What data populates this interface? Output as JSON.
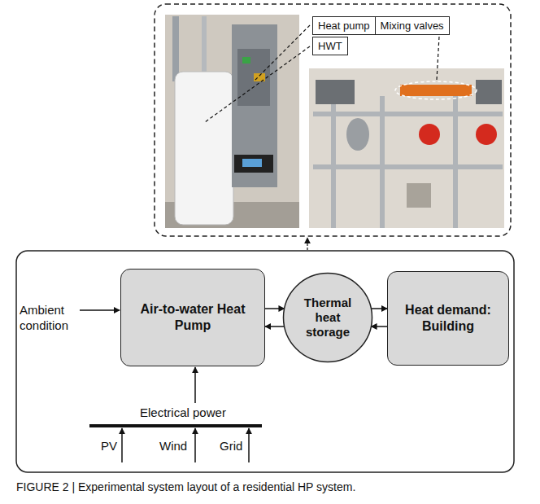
{
  "diagram": {
    "caption": "FIGURE 2 | Experimental system layout of a residential HP system.",
    "nodes": [
      {
        "text": [
          "Heat pump"
        ]
      },
      {
        "text": [
          "Mixing valves"
        ]
      },
      {
        "text": [
          "HWT"
        ]
      },
      {
        "text": [
          "Air-to-water Heat Pump"
        ]
      },
      {
        "text": [
          "Thermal heat storage"
        ]
      },
      {
        "text": [
          "Heat demand: Building"
        ]
      }
    ],
    "edges": [
      {
        "from": 3,
        "to": 4,
        "arrow": "to"
      },
      {
        "from": 4,
        "to": 3,
        "arrow": "to"
      },
      {
        "from": 4,
        "to": 5,
        "arrow": "to"
      },
      {
        "from": 5,
        "to": 4,
        "arrow": "to"
      }
    ],
    "labels": [
      "Ambient condition",
      "Electrical power",
      "PV",
      "Wind",
      "Grid"
    ]
  }
}
